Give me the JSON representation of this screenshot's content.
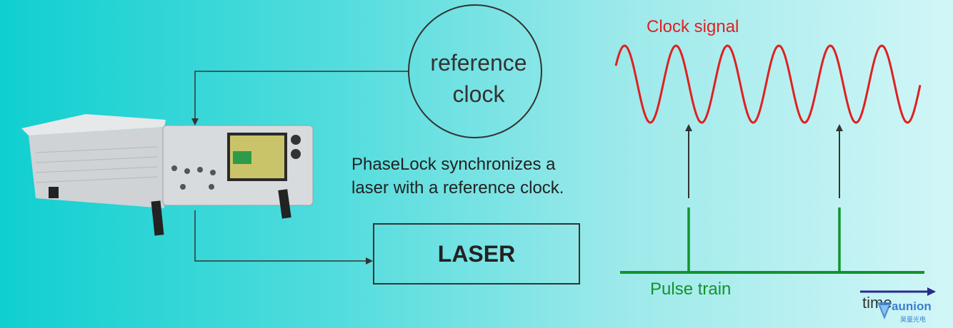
{
  "reference_clock": {
    "line1": "reference",
    "line2": "clock"
  },
  "caption": {
    "line1": "PhaseLock synchronizes a",
    "line2": "laser with a reference clock."
  },
  "laser_label": "LASER",
  "clock_signal_label": "Clock signal",
  "pulse_train_label": "Pulse train",
  "time_label": "time",
  "brand": {
    "name": "aunion",
    "subtitle": "昊量光电"
  },
  "colors": {
    "clock_signal": "#e02020",
    "pulse_train": "#12932c",
    "arrows": "#333333",
    "time_axis": "#2a2a8c",
    "brand": "#3b7fd0"
  }
}
